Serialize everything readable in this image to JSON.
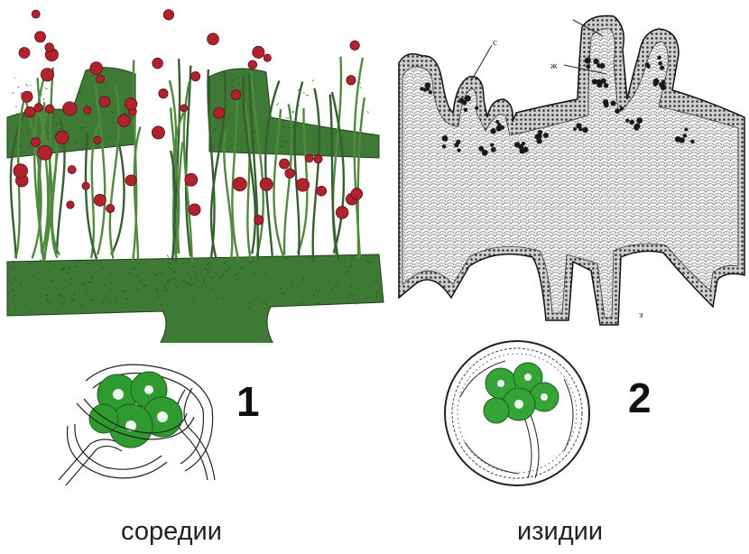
{
  "figure": {
    "panels": [
      {
        "number": "1",
        "caption": "соредии"
      },
      {
        "number": "2",
        "caption": "изидии"
      }
    ],
    "annotations": [
      "с",
      "ж",
      "з"
    ],
    "colors": {
      "algae_green": "#2f7d2f",
      "hyphae_green": "#4f8a3f",
      "soredia_red": "#b0222e",
      "ink": "#1a1a1a"
    }
  }
}
